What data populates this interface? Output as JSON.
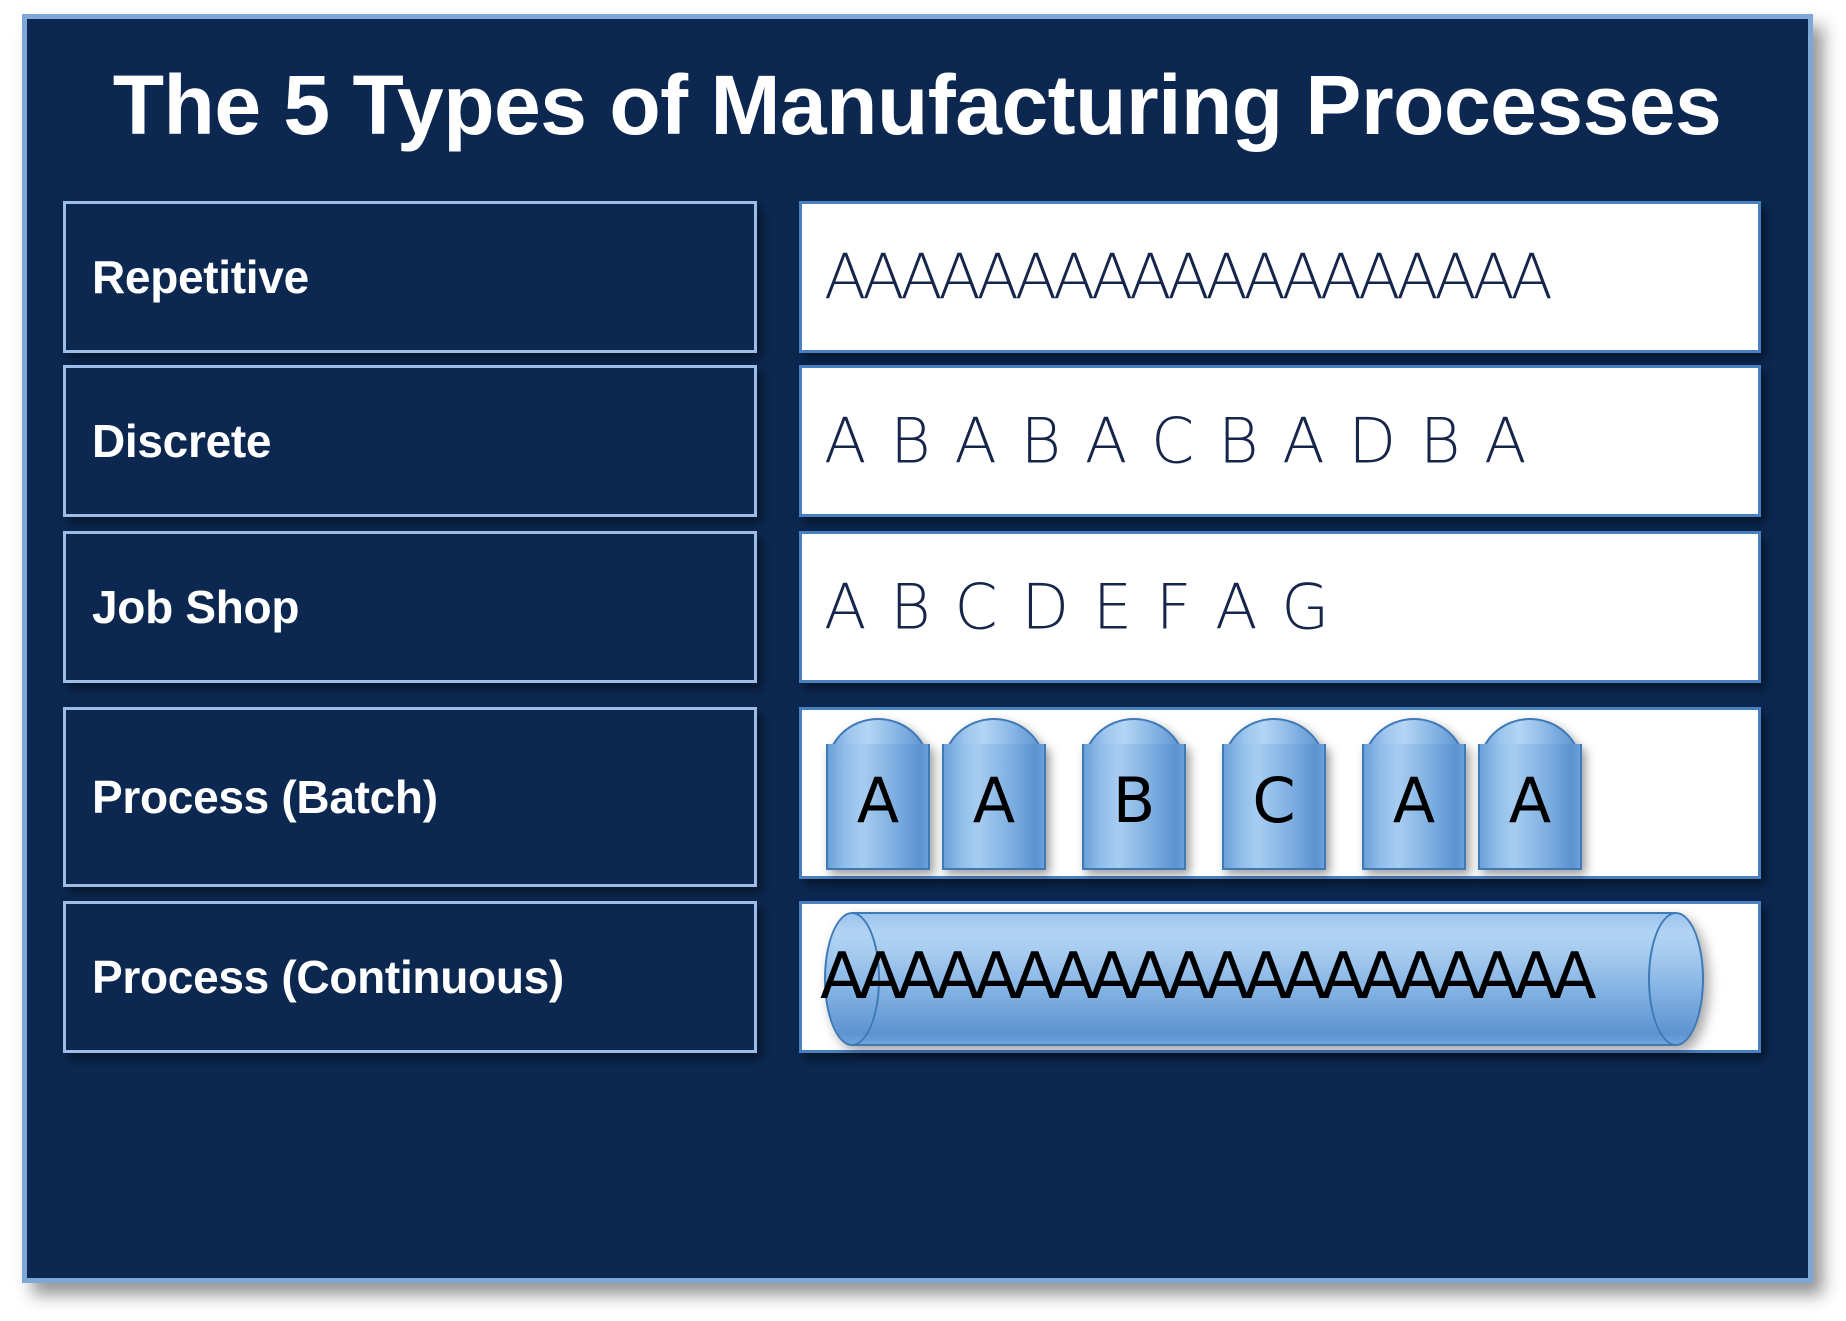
{
  "slide": {
    "title": "The 5 Types of Manufacturing Processes",
    "background_color": "#0c2851",
    "border_color": "#7ea7d8"
  },
  "rows": [
    {
      "label": "Repetitive",
      "content_kind": "text",
      "content_text": "AAAAAAAAAAAAAAAAAAA",
      "content_spacing": "tight"
    },
    {
      "label": "Discrete",
      "content_kind": "text",
      "content_text": "A B A B A   C   B A   D   B A",
      "content_spacing": "wide"
    },
    {
      "label": "Job Shop",
      "content_kind": "text",
      "content_text": "A    B    C    D    E F    A    G",
      "content_spacing": "wide"
    },
    {
      "label": "Process (Batch)",
      "content_kind": "batch-cylinders",
      "cylinders": [
        "A",
        "A",
        "B",
        "C",
        "A",
        "A"
      ]
    },
    {
      "label": "Process (Continuous)",
      "content_kind": "continuous-cylinder",
      "content_text": "AAAAAAAAAAAAAAAAAAAA"
    }
  ],
  "colors": {
    "navy": "#0c2851",
    "label_border": "#9dbde6",
    "content_border": "#4a7fc0",
    "content_fill": "#ffffff",
    "letter_navy": "#16264a",
    "cylinder_blue": "#7fb0e2",
    "cylinder_edge": "#3f7ab8"
  }
}
